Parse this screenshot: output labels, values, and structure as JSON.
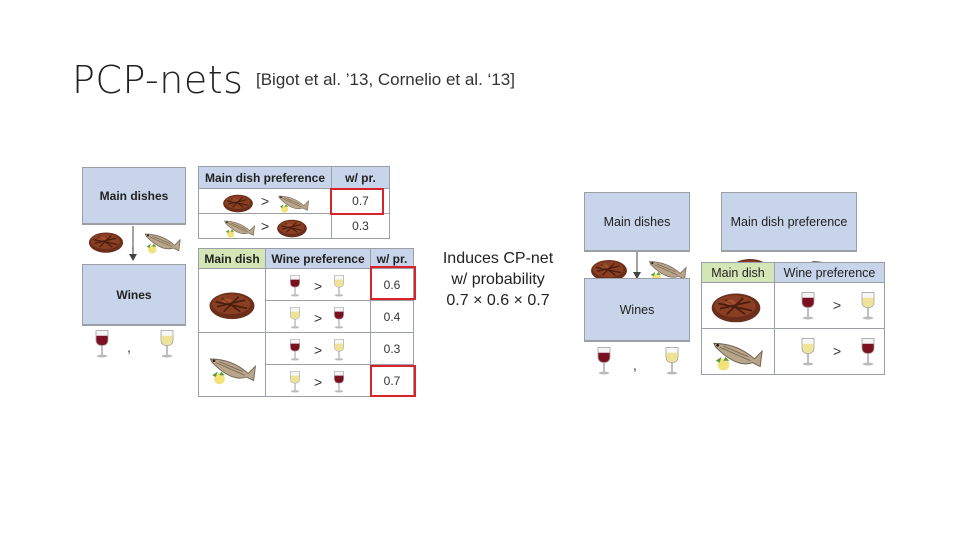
{
  "slide": {
    "title": "PCP-nets",
    "citation": "[Bigot et al. ’13, Cornelio et al. ‘13]"
  },
  "left_net": {
    "main_dishes_header": "Main dishes",
    "wines_header": "Wines",
    "separator": ",",
    "main_pref_table": {
      "header_pref": "Main dish preference",
      "header_prob": "w/ pr.",
      "rows": [
        {
          "relation": ">",
          "prob": "0.7"
        },
        {
          "relation": ">",
          "prob": "0.3"
        }
      ]
    },
    "wine_pref_table": {
      "header_main": "Main dish",
      "header_pref": "Wine preference",
      "header_prob": "w/ pr.",
      "rows": [
        {
          "relation": ">",
          "prob": "0.6"
        },
        {
          "relation": ">",
          "prob": "0.4"
        },
        {
          "relation": ">",
          "prob": "0.3"
        },
        {
          "relation": ">",
          "prob": "0.7"
        }
      ]
    }
  },
  "induce_text": {
    "line1": "Induces CP-net",
    "line2": "w/ probability",
    "line3": "0.7 × 0.6 × 0.7"
  },
  "right_net": {
    "main_dishes_header": "Main dishes",
    "wines_header": "Wines",
    "separator": ",",
    "main_pref_header": "Main dish preference",
    "main_pref_relation": ">",
    "wine_table": {
      "header_main": "Main dish",
      "header_pref": "Wine preference",
      "rows": [
        {
          "relation": ">"
        },
        {
          "relation": ">"
        }
      ]
    }
  },
  "icons": [
    "steak-icon",
    "fish-icon",
    "red-wine-icon",
    "white-wine-icon",
    "down-arrow-icon"
  ],
  "colors": {
    "header_blue": "#c7d4ea",
    "header_green": "#d5e6b6",
    "highlight_red": "#d9232a"
  }
}
